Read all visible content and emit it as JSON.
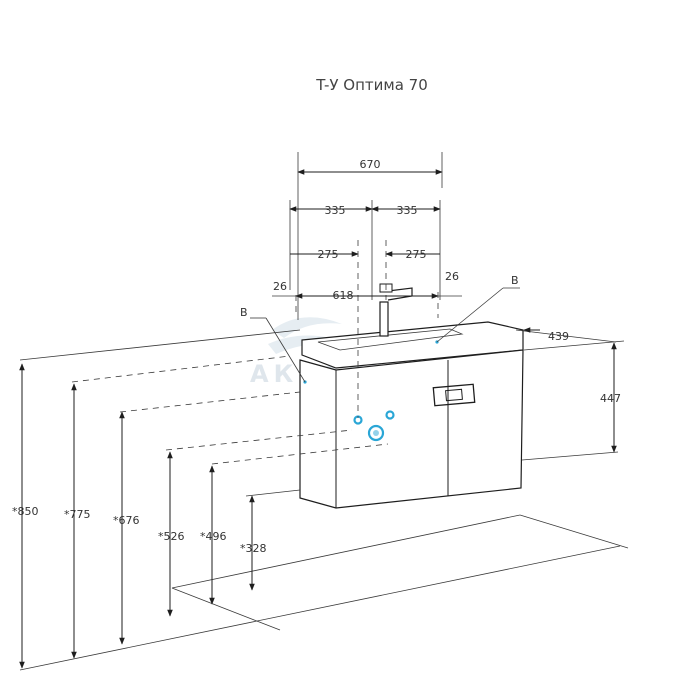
{
  "title": "T-У Оптима 70",
  "watermark": "АКВАЛИНК",
  "colors": {
    "line": "#1e1e1e",
    "connection": "#2aa6d6",
    "watermark": "#dfe6ec"
  },
  "callouts": {
    "left": "B",
    "right": "B"
  },
  "dimensions": {
    "width_total": "670",
    "half_left": "335",
    "half_right": "335",
    "offset_left": "275",
    "offset_right": "275",
    "center_span": "618",
    "edge_left": "26",
    "edge_right": "26",
    "depth": "439",
    "height_body": "447",
    "h_850": "*850",
    "h_775": "*775",
    "h_676": "*676",
    "h_526": "*526",
    "h_496": "*496",
    "h_328": "*328"
  }
}
